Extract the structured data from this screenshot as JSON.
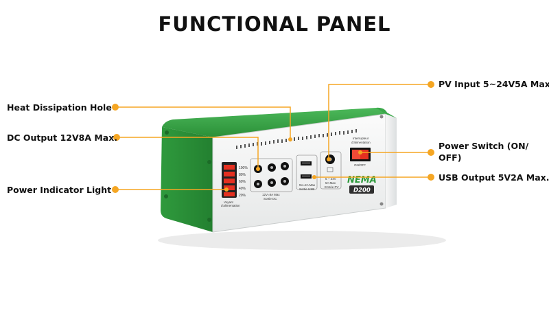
{
  "title": "FUNCTIONAL PANEL",
  "labels": {
    "heat": "Heat Dissipation Hole",
    "dc": "DC Output 12V8A Max.",
    "power_light": "Power Indicator Light",
    "pv": "PV Input 5~24V5A Max.",
    "switch_line1": "Power Switch (ON/",
    "switch_line2": "OFF)",
    "usb": "USB Output 5V2A Max."
  },
  "device": {
    "brand": "NEMA",
    "model": "D200",
    "indicator_levels": [
      "100%",
      "80%",
      "60%",
      "40%",
      "20%"
    ],
    "indicator_caption_1": "Voyant",
    "indicator_caption_2": "d'alimentation",
    "dc_caption_1": "12V=8A Max",
    "dc_caption_2": "Sortie DC",
    "usb_caption_1": "5V=2A Max",
    "usb_caption_2": "Sortie USB",
    "pv_caption_1": "5 ~ 24V",
    "pv_caption_2": "5A Max",
    "pv_caption_3": "Entrée PV",
    "switch_caption_1": "Interrupteur",
    "switch_caption_2": "d'alimentation",
    "switch_state": "ON/OFF"
  },
  "colors": {
    "accent": "#f5a623",
    "case_green": "#2e9a3c",
    "panel_white": "#f3f4f4",
    "switch_red": "#e53020"
  }
}
